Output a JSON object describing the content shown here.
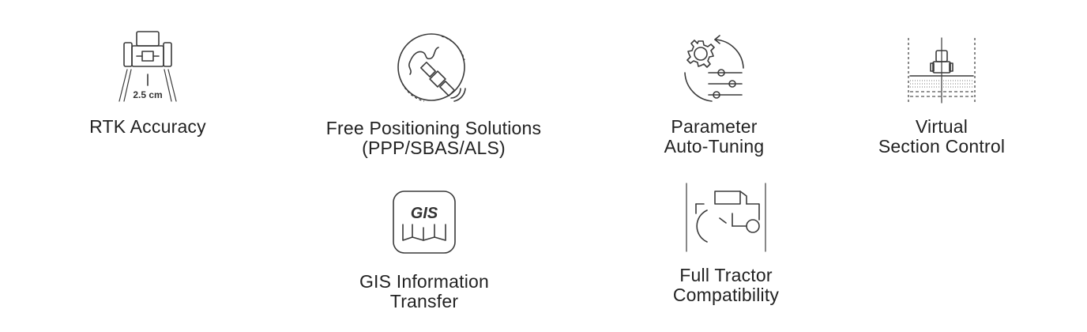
{
  "features": [
    {
      "icon": "tractor-rear-icon",
      "label_lines": [
        "RTK Accuracy"
      ],
      "icon_text": "2.5 cm"
    },
    {
      "icon": "globe-satellite-icon",
      "label_lines": [
        "Free Positioning Solutions",
        "(PPP/SBAS/ALS)"
      ]
    },
    {
      "icon": "gear-sliders-icon",
      "label_lines": [
        "Parameter",
        "Auto-Tuning"
      ]
    },
    {
      "icon": "field-tractor-icon",
      "label_lines": [
        "Virtual",
        "Section Control"
      ]
    },
    {
      "icon": "gis-map-icon",
      "label_lines": [
        "GIS Information",
        "Transfer"
      ],
      "icon_text": "GIS"
    },
    {
      "icon": "tractor-side-icon",
      "label_lines": [
        "Full Tractor",
        "Compatibility"
      ]
    }
  ]
}
